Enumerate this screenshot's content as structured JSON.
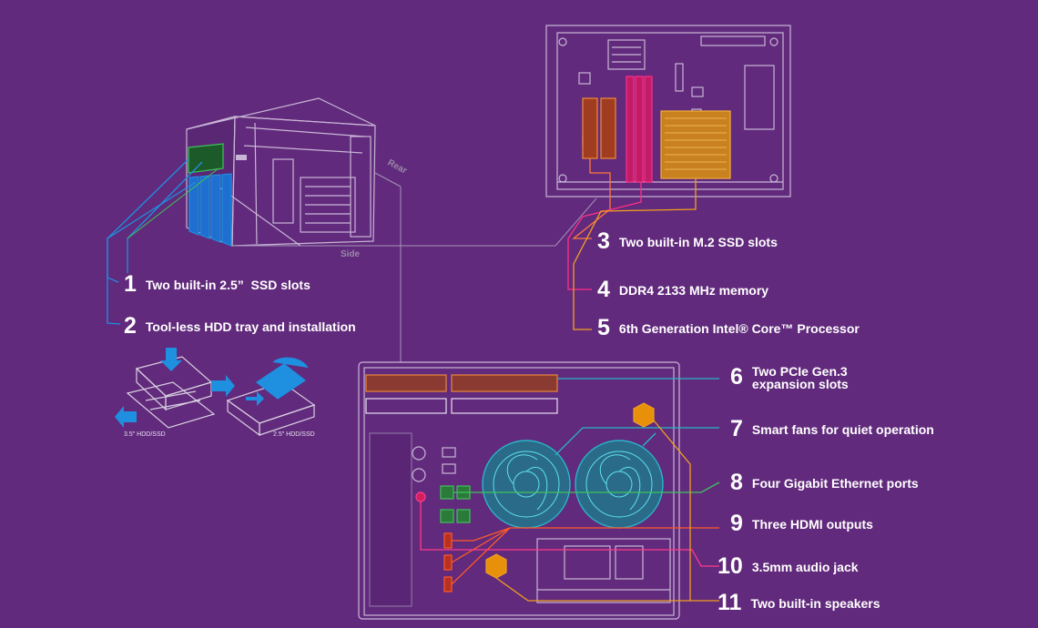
{
  "callouts": [
    {
      "num": "1",
      "label": "Two built-in 2.5”  SSD slots"
    },
    {
      "num": "2",
      "label": "Tool-less HDD tray and installation"
    },
    {
      "num": "3",
      "label": "Two built-in M.2 SSD slots"
    },
    {
      "num": "4",
      "label": "DDR4 2133 MHz memory"
    },
    {
      "num": "5",
      "label": "6th Generation Intel® Core™ Processor"
    },
    {
      "num": "6",
      "label_line1": "Two PCIe Gen.3",
      "label_line2": "expansion slots"
    },
    {
      "num": "7",
      "label": "Smart fans for quiet operation"
    },
    {
      "num": "8",
      "label": "Four Gigabit Ethernet ports"
    },
    {
      "num": "9",
      "label": "Three HDMI outputs"
    },
    {
      "num": "10",
      "label": "3.5mm audio jack"
    },
    {
      "num": "11",
      "label": "Two built-in speakers"
    }
  ],
  "view_labels": {
    "rear": "Rear",
    "side": "Side"
  },
  "tray_labels": {
    "hdd35": "3.5\" HDD/SSD",
    "hdd25": "2.5\" HDD/SSD"
  },
  "colors": {
    "background": "#612a7c",
    "line": "#c9b6d6",
    "pcie": "#e8893a",
    "fan": "#2ab6c6",
    "ethernet": "#3fc35a",
    "hdmi": "#ff5a2a",
    "audio": "#ff3a8a",
    "speaker": "#f0a020",
    "memory": "#ff2f86",
    "cpu": "#f2b13b",
    "drive": "#1f8fe0"
  }
}
